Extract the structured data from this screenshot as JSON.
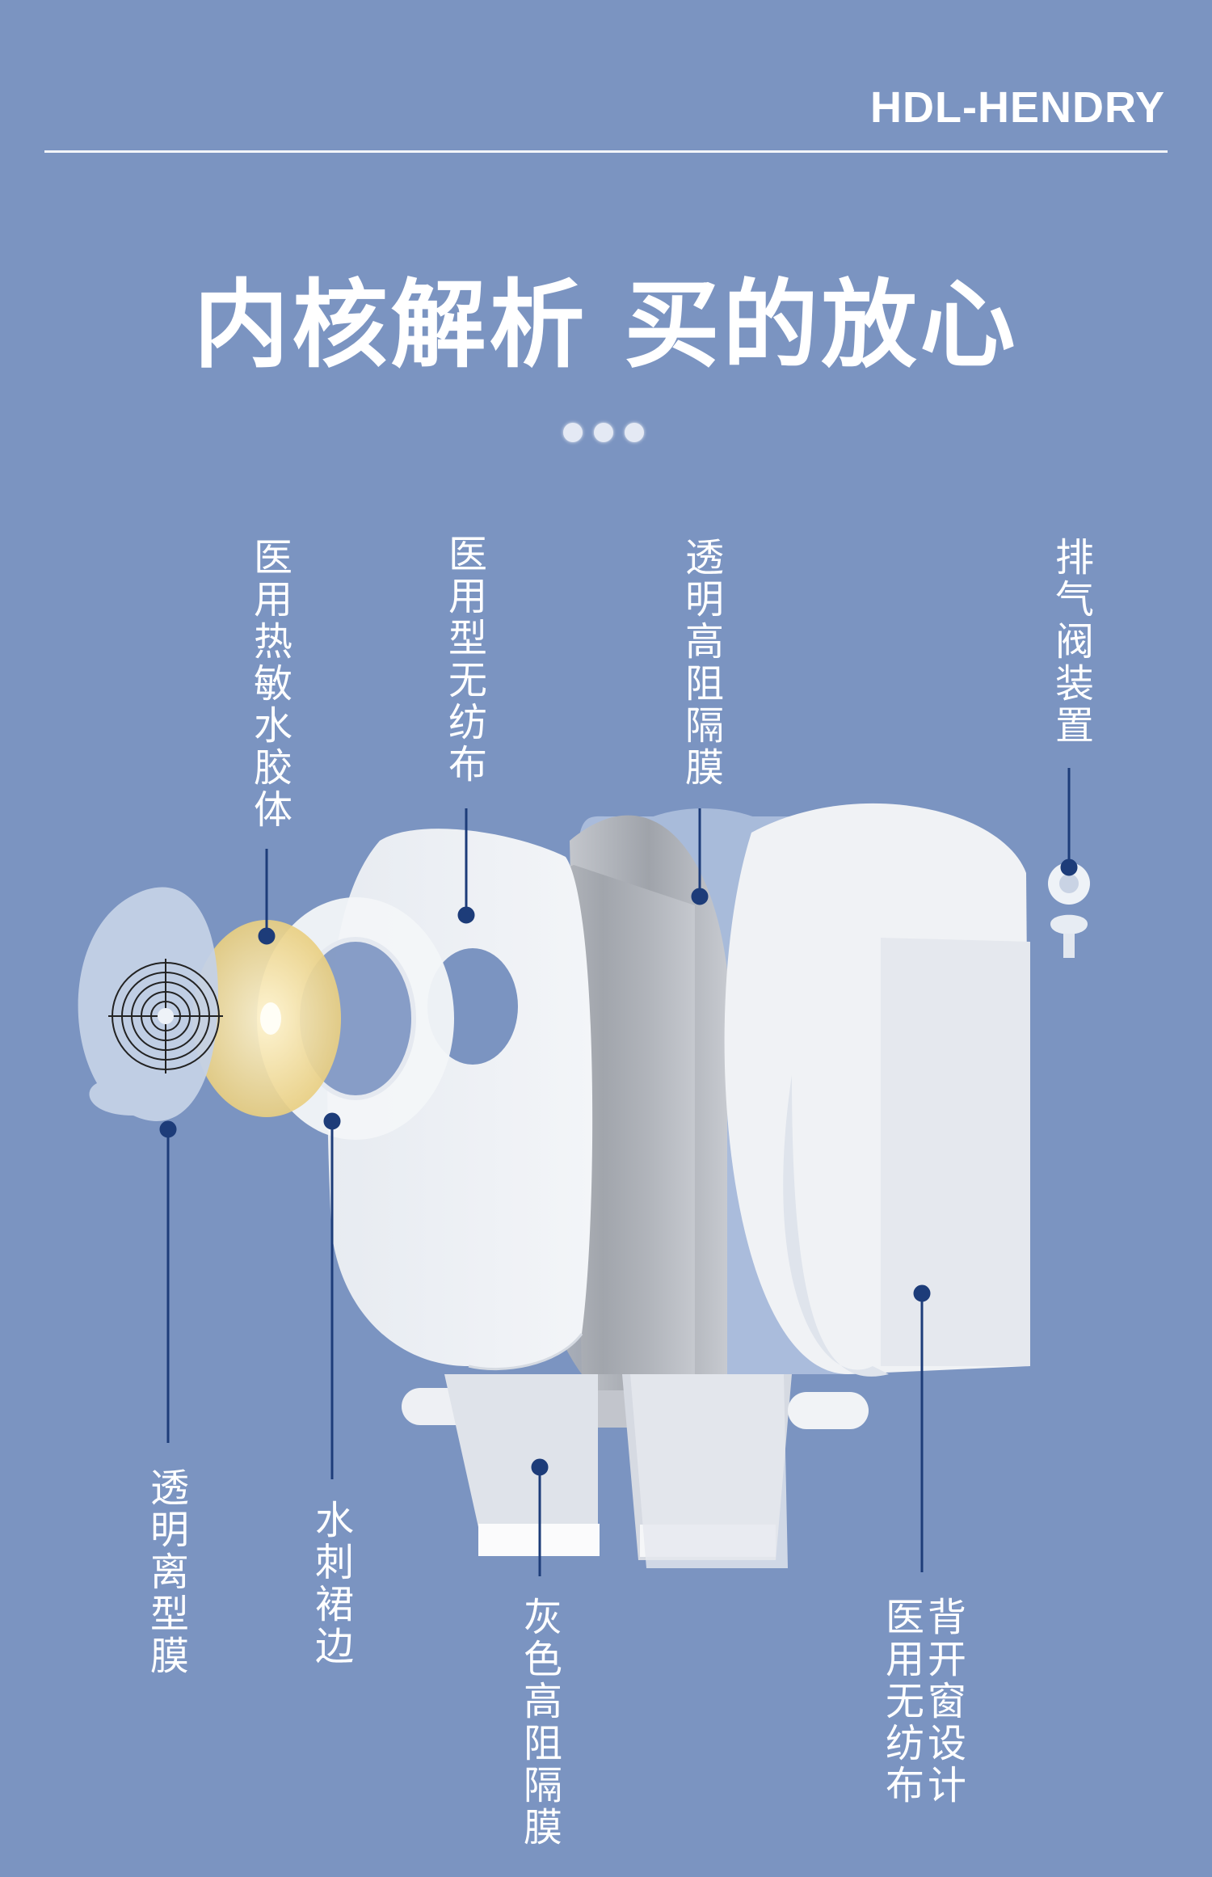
{
  "brand": "HDL-HENDRY",
  "title": "内核解析 买的放心",
  "labels": {
    "hydrocolloid": "医用热敏水胶体",
    "nonwoven": "医用型无纺布",
    "transparent_barrier": "透明高阻隔膜",
    "vent": "排气阀装置",
    "release_film": "透明离型膜",
    "spunlace_edge": "水刺裙边",
    "gray_barrier": "灰色高阻隔膜",
    "back_window": "背开窗设计",
    "back_nonwoven": "医用无纺布"
  }
}
